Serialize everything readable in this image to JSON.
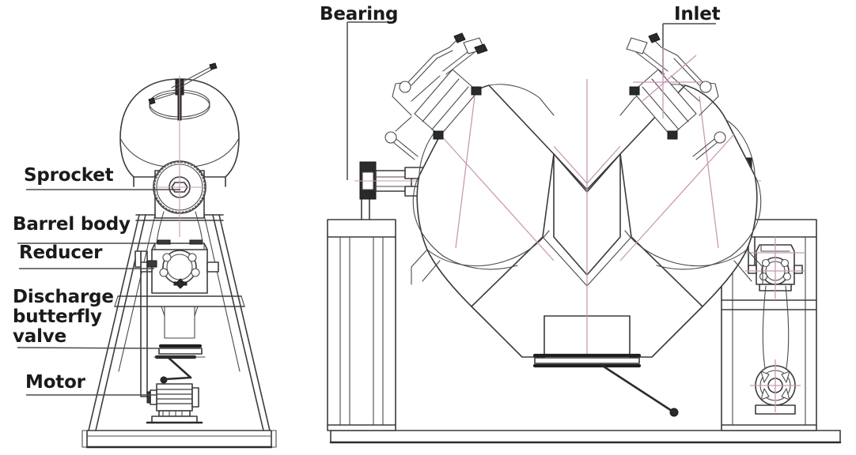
{
  "diagram": {
    "title": "V-type mixer machine structural diagram",
    "views": [
      {
        "name": "front-view",
        "description": "Front elevation of V-mixer on trapezoidal frame"
      },
      {
        "name": "side-view",
        "description": "Side elevation showing V-shaped twin-cone vessel on two columns"
      }
    ],
    "line_color": "#3b3b3b",
    "centerline_color": "#c79ab6",
    "fill_color": "#ffffff",
    "text_color": "#1a1a1a"
  },
  "labels": {
    "sprocket": "Sprocket",
    "barrel_body": "Barrel body",
    "reducer": "Reducer",
    "discharge_valve_line1": "Discharge",
    "discharge_valve_line2": "butterfly",
    "discharge_valve_line3": "valve",
    "motor": "Motor",
    "bearing": "Bearing",
    "inlet": "Inlet"
  },
  "components": {
    "front": [
      "barrel-body-drum",
      "sprocket-wheel",
      "reducer-gearbox",
      "discharge-butterfly-valve",
      "motor-unit",
      "trapezoidal-frame",
      "base-plate"
    ],
    "side": [
      "v-vessel-left-arm",
      "v-vessel-right-arm",
      "inlet-port-left",
      "inlet-port-right",
      "bearing-block-left",
      "bearing-block-right",
      "left-support-column",
      "right-support-column",
      "reducer-gearbox-side",
      "motor-unit-side",
      "discharge-butterfly-valve-side",
      "base-frame"
    ]
  }
}
